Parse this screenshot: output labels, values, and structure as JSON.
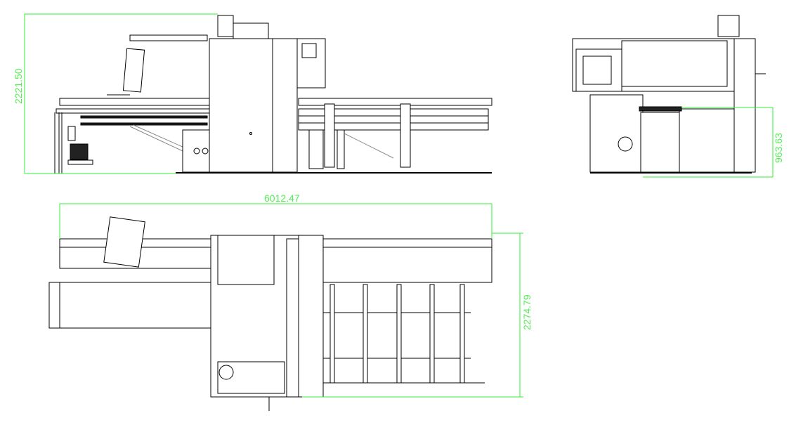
{
  "drawing": {
    "views": [
      "front-view",
      "side-view",
      "top-view"
    ],
    "dimensions": {
      "front_height": "2221.50",
      "side_height": "963.63",
      "overall_length": "6012.47",
      "overall_depth": "2274.79"
    },
    "dimension_color": "#33ee33"
  }
}
